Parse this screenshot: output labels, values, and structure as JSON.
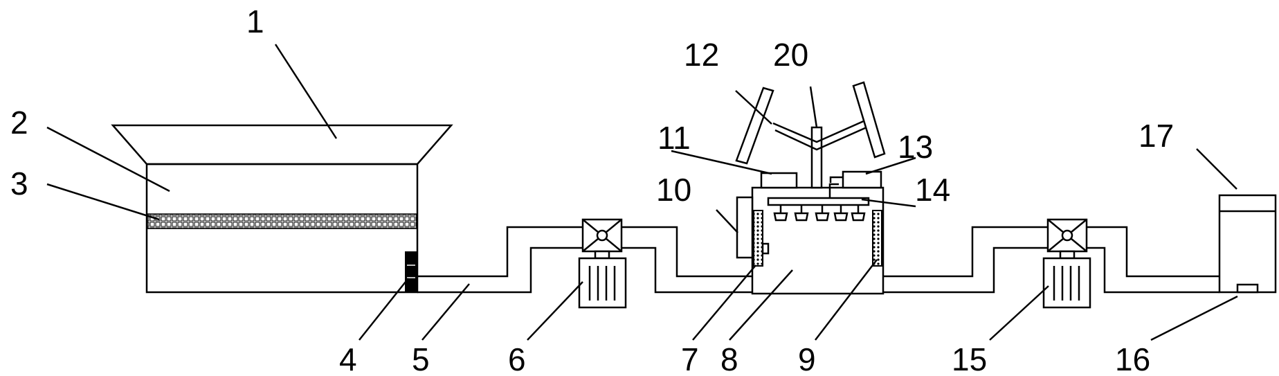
{
  "labels": {
    "l1": "1",
    "l2": "2",
    "l3": "3",
    "l4": "4",
    "l5": "5",
    "l6": "6",
    "l7": "7",
    "l8": "8",
    "l9": "9",
    "l10": "10",
    "l11": "11",
    "l12": "12",
    "l13": "13",
    "l14": "14",
    "l15": "15",
    "l16": "16",
    "l17": "17",
    "l20": "20"
  }
}
